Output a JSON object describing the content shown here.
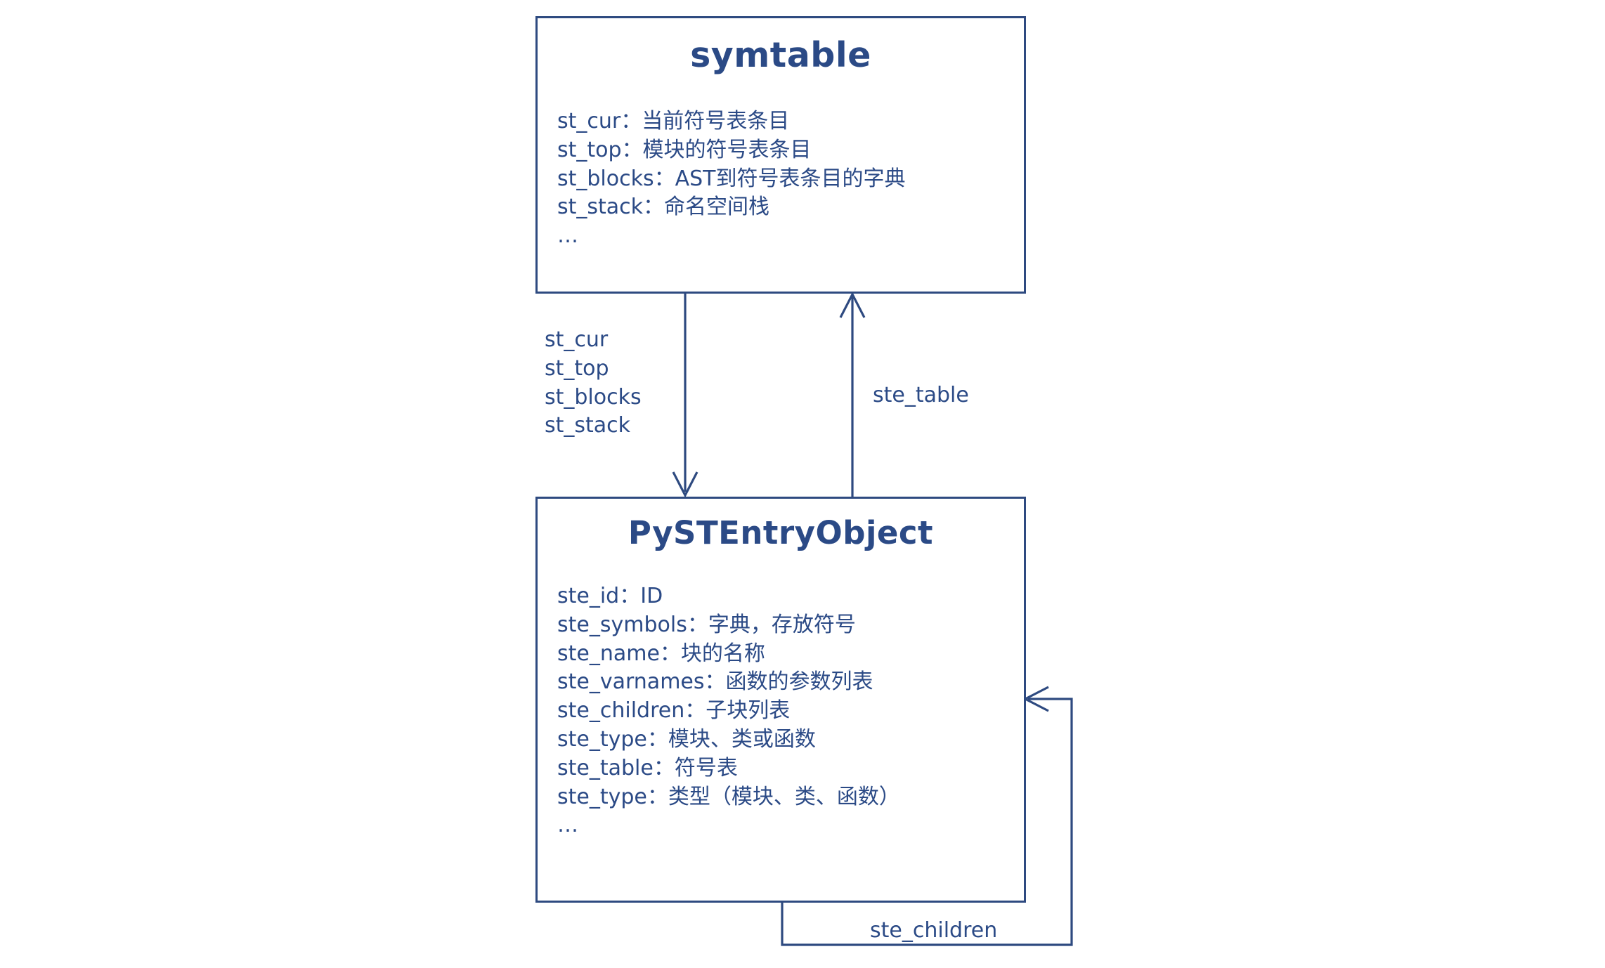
{
  "diagram": {
    "title": "symtable / PySTEntryObject relationship",
    "stroke_color": "#2e4a80",
    "text_color": "#2b4a86",
    "background_color": "#ffffff"
  },
  "nodes": [
    {
      "id": "symtable",
      "title": "symtable",
      "fields": [
        "st_cur：当前符号表条目",
        "st_top：模块的符号表条目",
        "st_blocks：AST到符号表条目的字典",
        "st_stack：命名空间栈",
        "…"
      ]
    },
    {
      "id": "pystentryobject",
      "title": "PySTEntryObject",
      "fields": [
        "ste_id：ID",
        "ste_symbols：字典，存放符号",
        "ste_name：块的名称",
        "ste_varnames：函数的参数列表",
        "ste_children：子块列表",
        "ste_type：模块、类或函数",
        "ste_table：符号表",
        "ste_type：类型（模块、类、函数）",
        "…"
      ]
    }
  ],
  "edges": [
    {
      "id": "symtable-to-entry",
      "from": "symtable",
      "to": "pystentryobject",
      "direction": "down",
      "labels": [
        "st_cur",
        "st_top",
        "st_blocks",
        "st_stack"
      ]
    },
    {
      "id": "entry-to-symtable",
      "from": "pystentryobject",
      "to": "symtable",
      "direction": "up",
      "label": "ste_table"
    },
    {
      "id": "entry-self-loop",
      "from": "pystentryobject",
      "to": "pystentryobject",
      "direction": "self-loop",
      "label": "ste_children"
    }
  ]
}
